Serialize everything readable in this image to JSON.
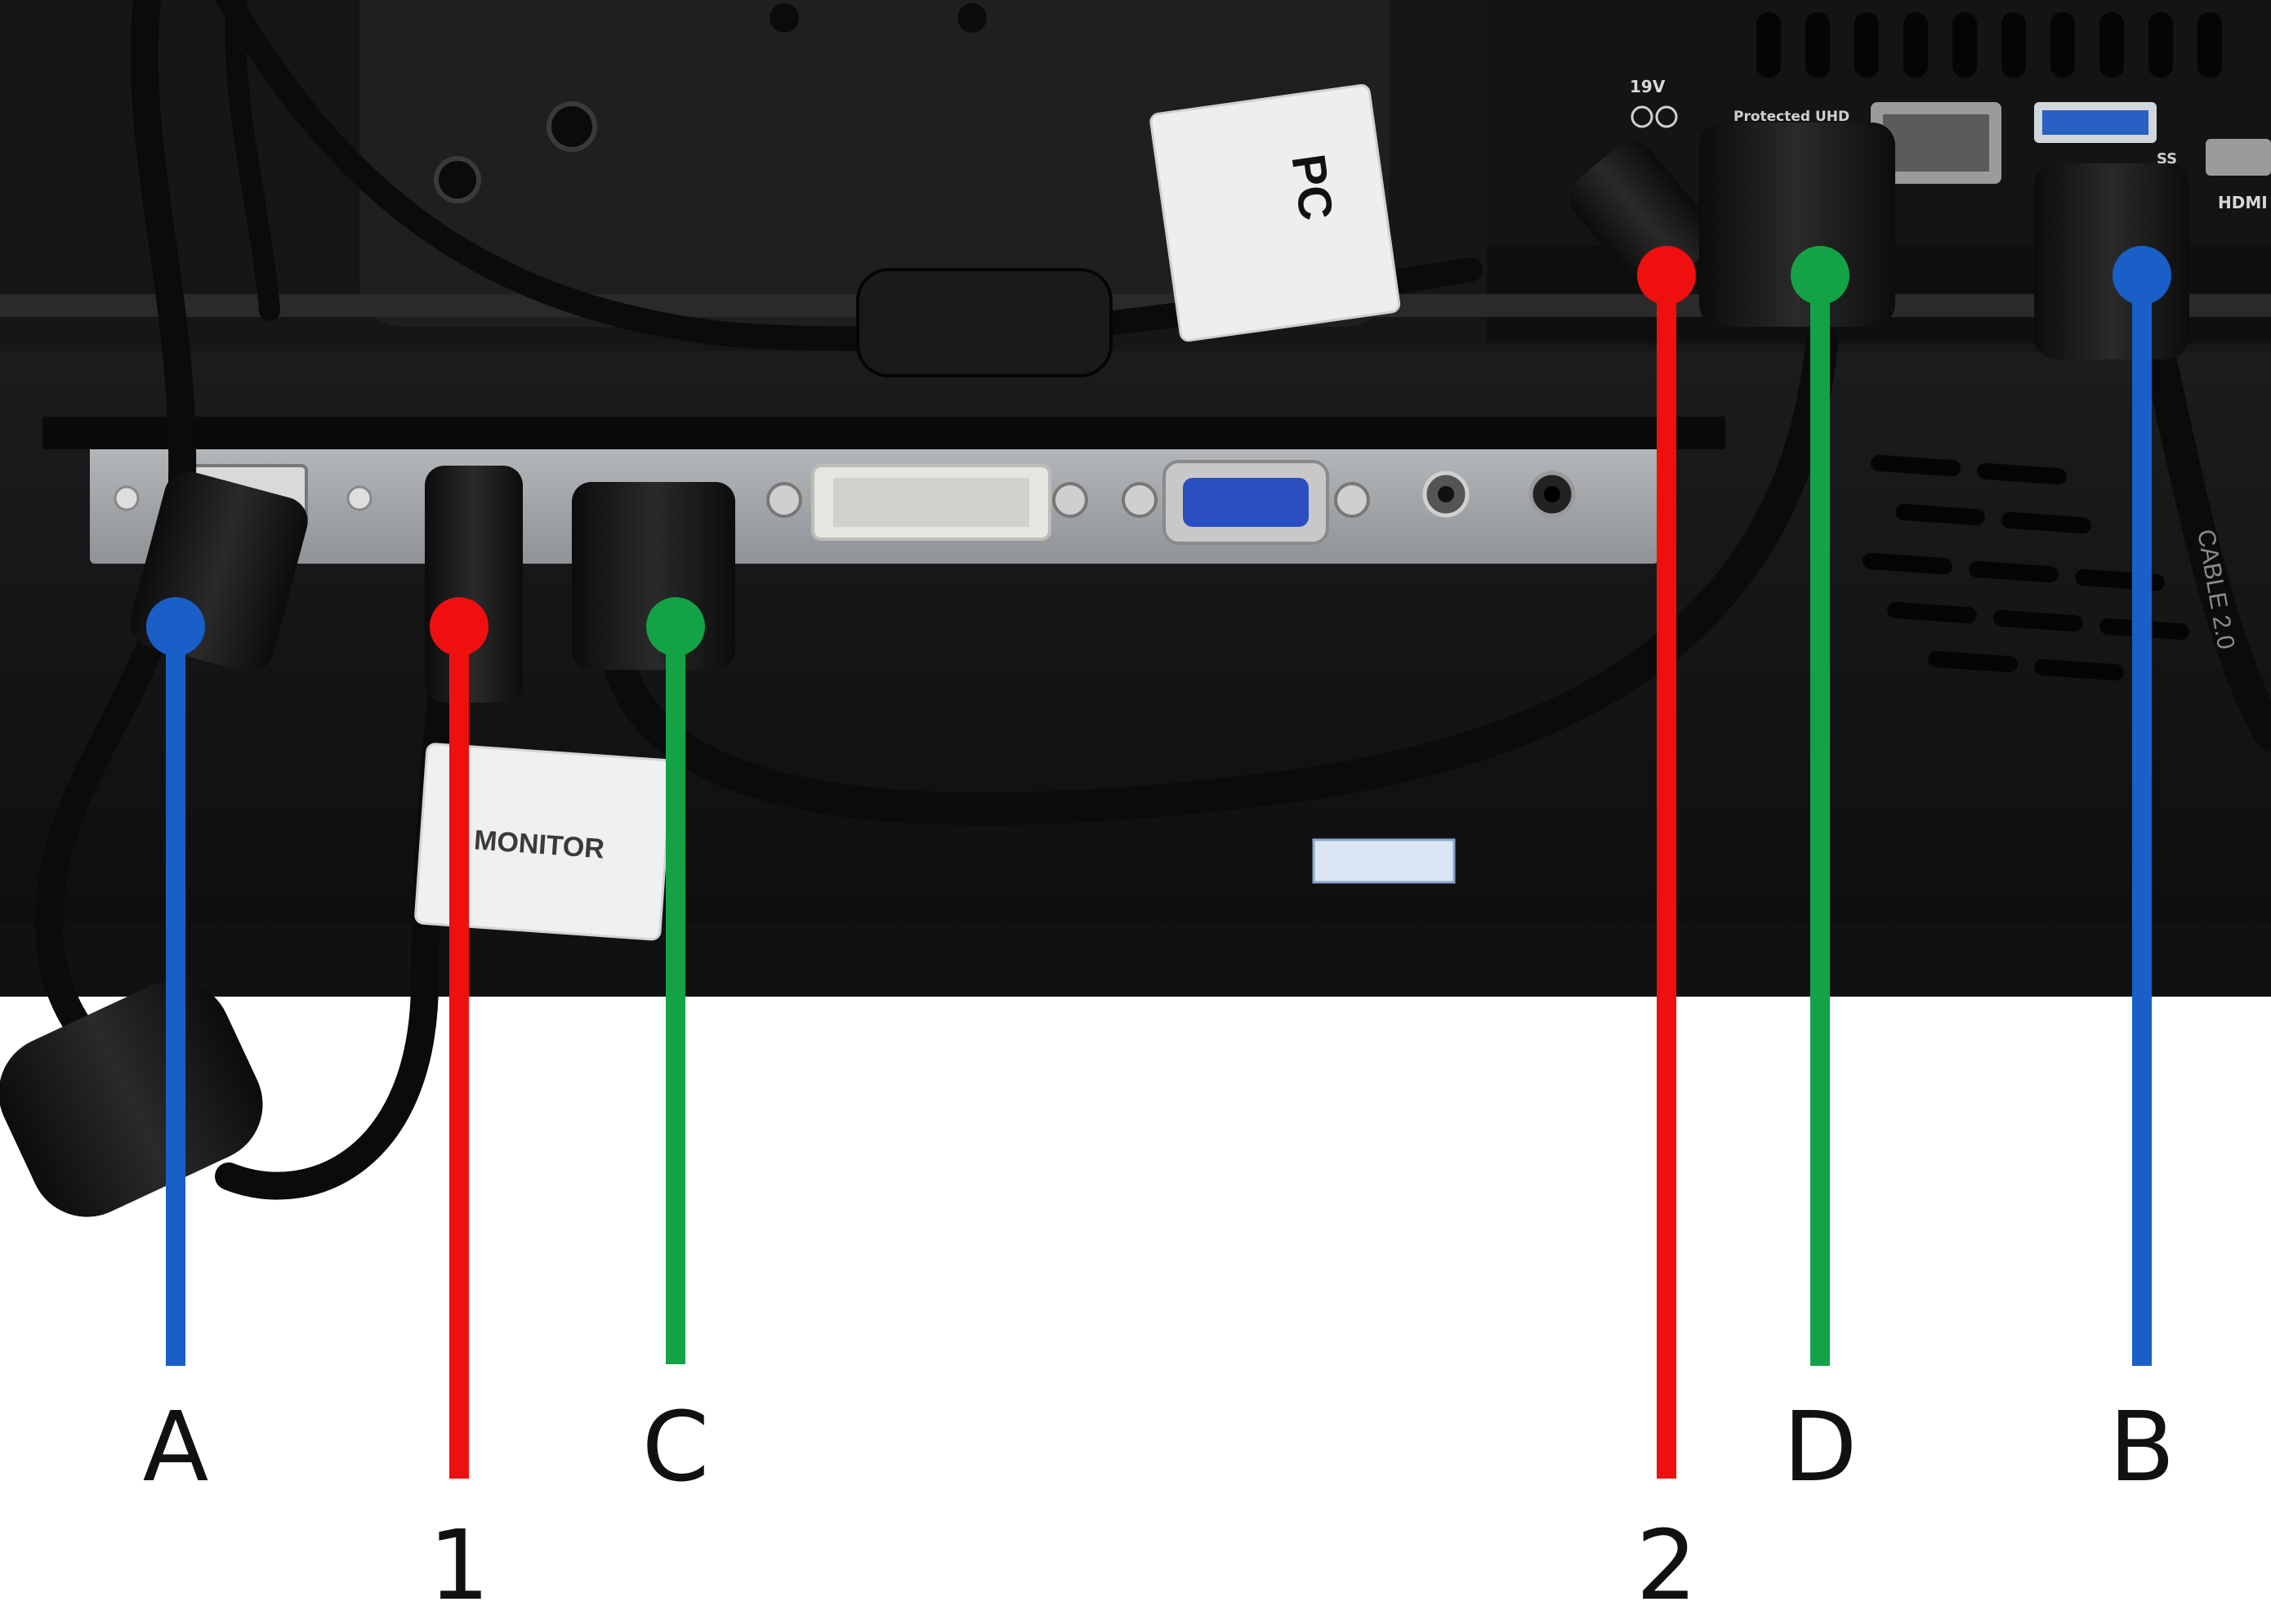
{
  "photo": {
    "labels": {
      "pc": "PC",
      "monitor": "MONITOR"
    },
    "pc_ports": {
      "power_rating": "19V",
      "hdmi_caption": "Protected UHD",
      "usb_caption": "SS",
      "hdmi_logo": "HDMI"
    },
    "cable_print": "CABLE 2.0"
  },
  "callouts": [
    {
      "id": "A",
      "label": "A",
      "color": "#1a5fc8"
    },
    {
      "id": "1",
      "label": "1",
      "color": "#f00f0f"
    },
    {
      "id": "C",
      "label": "C",
      "color": "#13a346"
    },
    {
      "id": "2",
      "label": "2",
      "color": "#f00f0f"
    },
    {
      "id": "D",
      "label": "D",
      "color": "#13a346"
    },
    {
      "id": "B",
      "label": "B",
      "color": "#1a5fc8"
    }
  ]
}
